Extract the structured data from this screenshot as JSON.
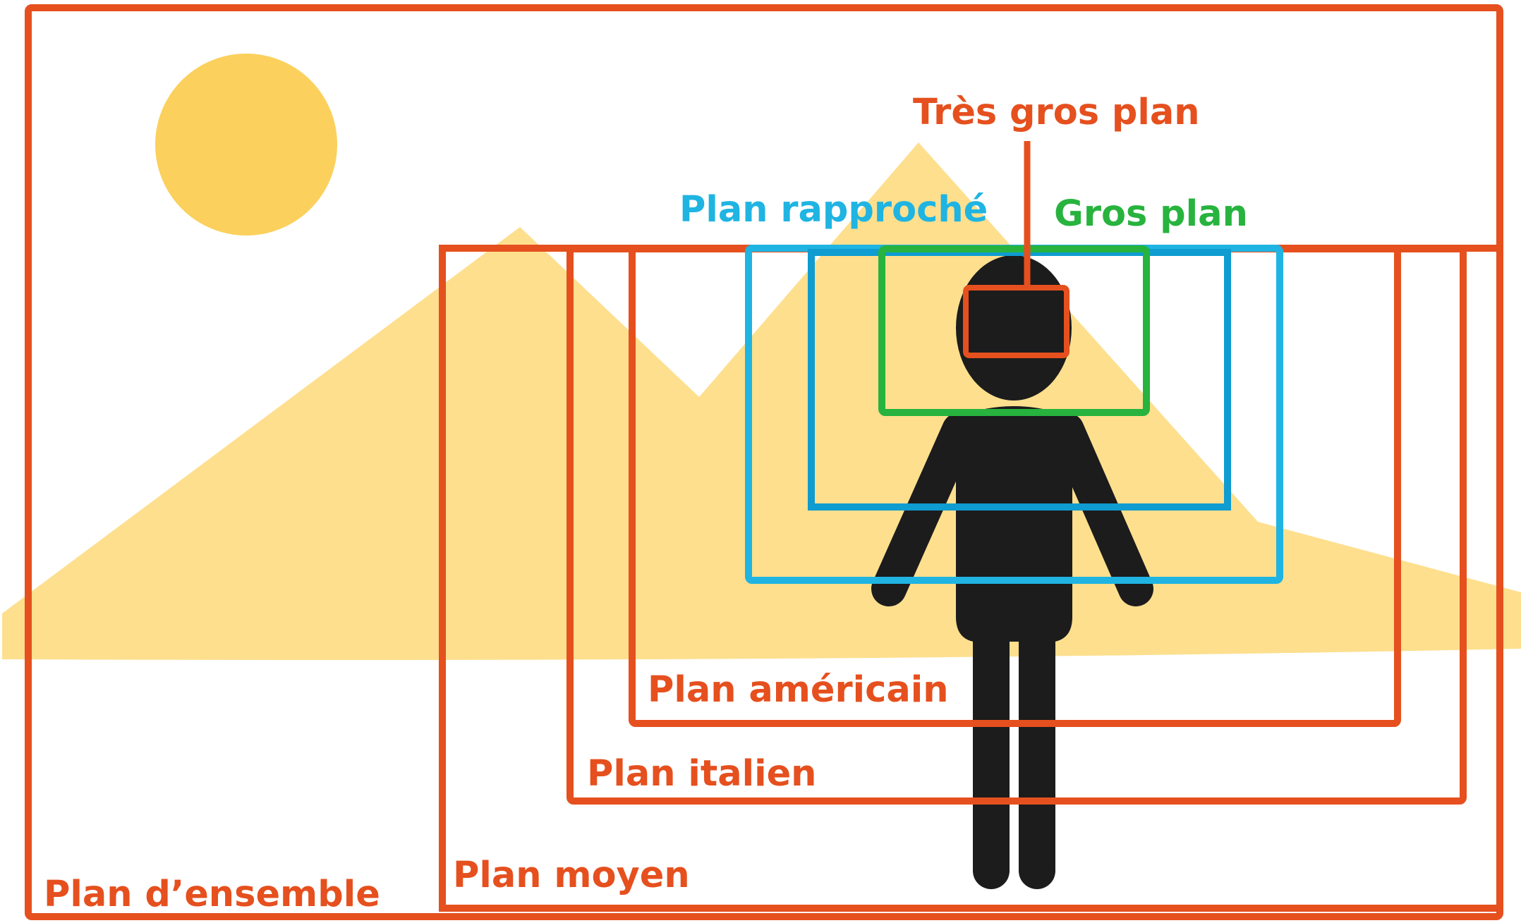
{
  "colors": {
    "background": "#ffffff",
    "frame": "#E5501E",
    "sun": "#FBD05C",
    "mountains": "#FDDF8E",
    "person": "#1C1C1C",
    "plan_rapproche": "#1FB4E2",
    "plan_rapproche_inner": "#0E9CD1",
    "gros_plan": "#27B33E",
    "tres_gros_plan": "#E5501E"
  },
  "labels": {
    "tres_gros_plan": "Très gros plan",
    "gros_plan": "Gros plan",
    "plan_rapproche": "Plan rapproché",
    "plan_americain": "Plan américain",
    "plan_italien": "Plan italien",
    "plan_moyen": "Plan moyen",
    "plan_ensemble": "Plan d’ensemble"
  },
  "icons": {
    "sun": "sun-icon",
    "person": "person-silhouette"
  }
}
